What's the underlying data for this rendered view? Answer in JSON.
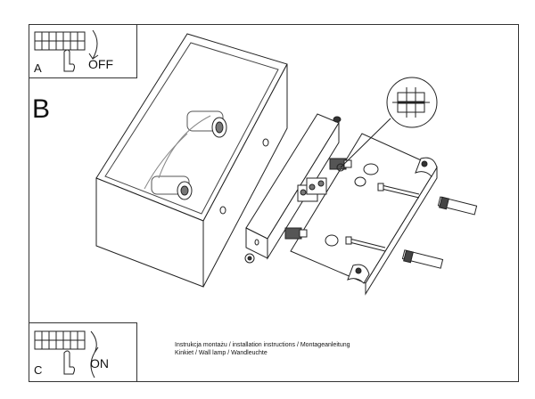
{
  "step_a": {
    "label": "A",
    "action": "OFF"
  },
  "step_b": {
    "label": "B"
  },
  "step_c": {
    "label": "C",
    "action": "ON"
  },
  "caption": {
    "line1": "Instrukcja montażu / installation instructions / Montageanleitung",
    "line2": "Kinkiet / Wall lamp / Wandleuchte"
  },
  "icons": [
    "terminal-block-icon",
    "hand-icon",
    "rotate-arrow-icon",
    "screw-icon",
    "wall-plug-icon",
    "cable-gland-icon",
    "magnifier-detail-icon"
  ]
}
